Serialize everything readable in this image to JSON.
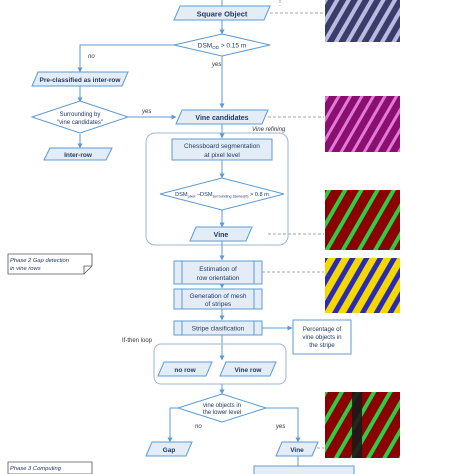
{
  "nodes": {
    "square_object": "Square Object",
    "dsm_condition_prefix": "DSM",
    "dsm_condition_sub": "OD",
    "dsm_condition_suffix": " > 0.15 m",
    "preclassified": "Pre-classified as inter-row",
    "surrounding_line1": "Surrounding by",
    "surrounding_line2": "\"vine candidates\"",
    "inter_row": "Inter-row",
    "vine_candidates": "Vine candidates",
    "vine_refining": "Vine refining",
    "chessboard_line1": "Chessboard segmentation",
    "chessboard_line2": "at pixel level",
    "dsm_pixel_a": "DSM",
    "dsm_pixel_a_sub": "pixel",
    "dsm_pixel_b": " –DSM",
    "dsm_pixel_b_sub": "surrounding 3series(0)",
    "dsm_pixel_c": " > 0.8 m",
    "vine": "Vine",
    "estimation_line1": "Estimation  of",
    "estimation_line2": "row orientation",
    "mesh_line1": "Generation of mesh",
    "mesh_line2": "of stripes",
    "stripe_clasification": "Stripe clasification",
    "percentage_line1": "Percentage of",
    "percentage_line2": "vine objects in",
    "percentage_line3": "the stripe",
    "if_then_loop": "If-then loop",
    "no_row": "no row",
    "vine_row": "Vine row",
    "vine_lower_line1": "vine objects in",
    "vine_lower_line2": "the lower level",
    "gap": "Gap",
    "vine_bottom": "Vine"
  },
  "edge_labels": {
    "no_1": "no",
    "yes_1": "yes",
    "yes_2": "yes",
    "no_2": "no",
    "yes_3": "yes"
  },
  "phases": {
    "phase2_line1": "Phase 2  Gap detection",
    "phase2_line2": "in vine rows",
    "phase3": "Phase 3  Computing"
  },
  "colors": {
    "box_fill": "#e4edf6",
    "box_border": "#5b9bd5",
    "text_dark": "#1f3864",
    "dashed": "#a6a6a6",
    "img1": "#5a5a8c",
    "img2": "#b0198c",
    "img3_bg": "#8b0000",
    "img3_fg": "#2ecc40",
    "img4_a": "#f5d800",
    "img4_b": "#2a2ab8"
  }
}
